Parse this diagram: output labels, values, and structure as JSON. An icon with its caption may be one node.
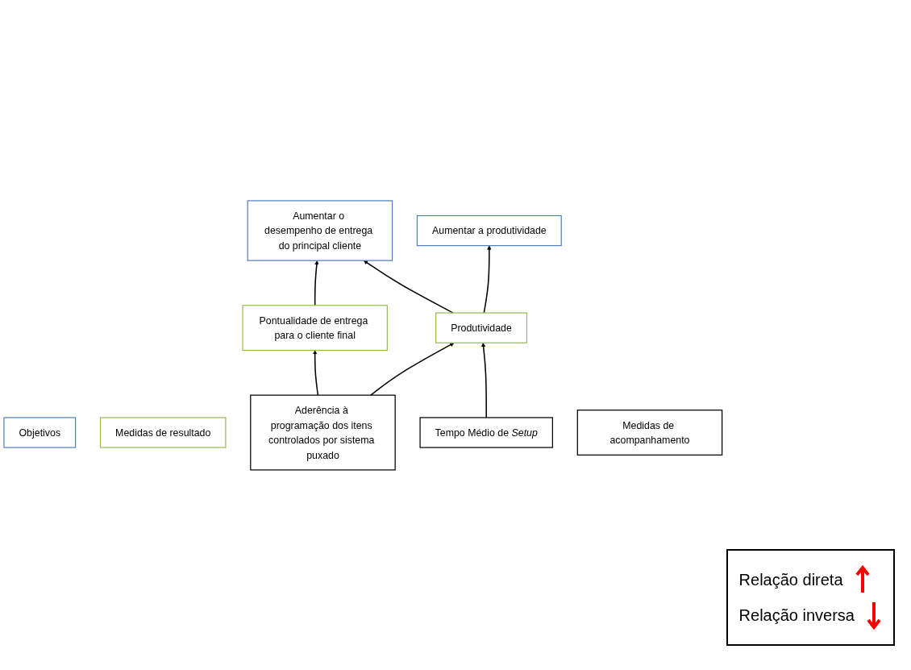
{
  "diagram": {
    "nodes": [
      {
        "text": [
          "Aumentar o desempenho de entrega do principal cliente"
        ]
      },
      {
        "text": [
          "Aumentar a produtividade"
        ]
      },
      {
        "text": [
          "Objetivos"
        ]
      },
      {
        "text": [
          "Pontualidade de entrega para o cliente final"
        ]
      },
      {
        "text": [
          "Produtividade"
        ]
      },
      {
        "text": [
          "Medidas de resultado"
        ]
      },
      {
        "text": [
          "Aderência à programação dos itens controlados por sistema puxado"
        ]
      },
      {
        "text": [
          "Tempo Médio de *Setup*"
        ]
      },
      {
        "text": [
          "Medidas de acompanhamento"
        ]
      }
    ],
    "edges": [
      {
        "from": 3,
        "to": 0,
        "arrow": "to"
      },
      {
        "from": 4,
        "to": 0,
        "arrow": "to"
      },
      {
        "from": 4,
        "to": 1,
        "arrow": "to"
      },
      {
        "from": 6,
        "to": 3,
        "arrow": "to"
      },
      {
        "from": 6,
        "to": 4,
        "arrow": "to"
      },
      {
        "from": 7,
        "to": 4,
        "arrow": "to"
      }
    ],
    "legend": [
      {
        "text": "Relação direta"
      },
      {
        "text": "Relação inversa"
      }
    ]
  }
}
